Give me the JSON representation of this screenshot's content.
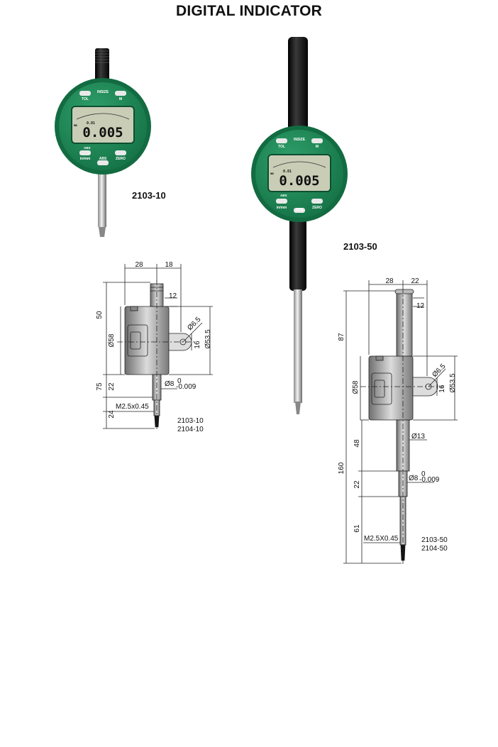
{
  "title": "DIGITAL INDICATOR",
  "colors": {
    "body_green": "#1f8c5a",
    "rim_green": "#177a4c",
    "lcd": "#c9cdb6",
    "stem": "#1a1a1a"
  },
  "products": [
    {
      "model": "2103-10",
      "brand": "INSIZE",
      "lcd_value": "0.005",
      "lcd_resolution": "0.01",
      "lcd_unit": "mm",
      "lcd_mode": "ABS",
      "buttons": {
        "tol": "TOL",
        "m": "M",
        "inmm": "in/mm",
        "abs": "ABS",
        "zero": "ZERO"
      }
    },
    {
      "model": "2103-50",
      "brand": "INSIZE",
      "lcd_value": "0.005",
      "lcd_resolution": "0.01",
      "lcd_unit": "mm",
      "lcd_mode": "ABS",
      "buttons": {
        "tol": "TOL",
        "m": "M",
        "inmm": "in/mm",
        "abs": "ABS",
        "zero": "ZERO"
      }
    }
  ],
  "drawing_10": {
    "dims": {
      "w28": "28",
      "w18": "18",
      "h12": "12",
      "h50": "50",
      "d58": "Ø58",
      "d65": "Ø6.5",
      "h16": "16",
      "d535": "Ø53.5",
      "h75": "75",
      "h22": "22",
      "d8": "Ø8",
      "tol_up": "0",
      "tol_lo": "-0.009",
      "thread": "M2.5x0.45",
      "h24": "24"
    },
    "models": [
      "2103-10",
      "2104-10"
    ]
  },
  "drawing_50": {
    "dims": {
      "w28": "28",
      "w22": "22",
      "h12": "12",
      "h87": "87",
      "d58": "Ø58",
      "d65": "Ø6.5",
      "h16": "16",
      "d535": "Ø53.5",
      "d13": "Ø13",
      "h48": "48",
      "h160": "160",
      "h22": "22",
      "d8": "Ø8",
      "tol_up": "0",
      "tol_lo": "-0.009",
      "thread": "M2.5X0.45",
      "h61": "61"
    },
    "models": [
      "2103-50",
      "2104-50"
    ]
  }
}
